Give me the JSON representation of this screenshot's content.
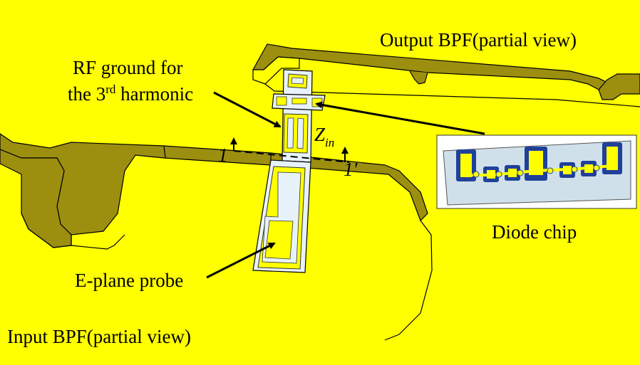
{
  "labels": {
    "output_bpf": "Output BPF(partial view)",
    "rf_ground_line1": "RF ground for",
    "rf_ground_line2_prefix": "the 3",
    "rf_ground_line2_sup": "rd",
    "rf_ground_line2_suffix": " harmonic",
    "zin_symbol": "Z",
    "zin_subscript": "in",
    "port_1": "1",
    "port_1_prime": "1'",
    "diode_chip": "Diode chip",
    "e_plane_probe": "E-plane probe",
    "input_bpf": "Input BPF(partial view)"
  },
  "colors": {
    "background": "#ffff00",
    "wall_face": "#9c8f10",
    "wall_top": "#ffff00",
    "substrate": "#e8f2fa",
    "metal": "#ffff00",
    "diode_pad": "#20409a",
    "outline": "#000000"
  }
}
